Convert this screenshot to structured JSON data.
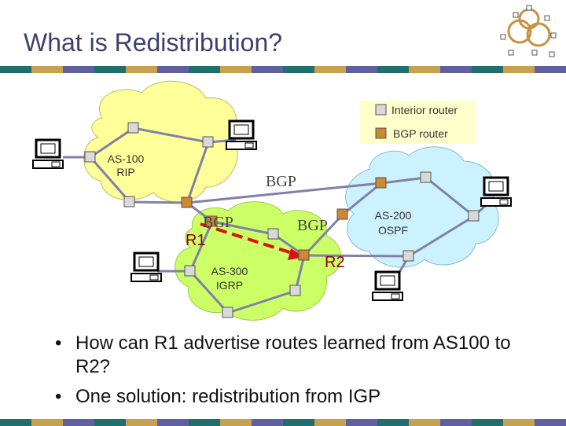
{
  "title": "What is Redistribution?",
  "legend": {
    "interior": "Interior router",
    "bgp": "BGP router"
  },
  "clouds": {
    "as100": {
      "line1": "AS-100",
      "line2": "RIP"
    },
    "as200": {
      "line1": "AS-200",
      "line2": "OSPF"
    },
    "as300": {
      "line1": "AS-300",
      "line2": "IGRP"
    }
  },
  "labels": {
    "bgp_top": "BGP",
    "bgp_left": "BGP",
    "bgp_right": "BGP",
    "r1": "R1",
    "r2": "R2"
  },
  "bullets": [
    {
      "text": "How can R1 advertise routes learned from AS100 to R2?"
    },
    {
      "text": "One solution: redistribution from IGP"
    }
  ],
  "colors": {
    "title": "#3f3f6f",
    "cloud_as100": "#ffff99",
    "cloud_as200": "#ccf2ff",
    "cloud_as300": "#ccff66",
    "interior_router": "#d9d9d9",
    "bgp_router": "#cc8833",
    "link": "#8080a8",
    "redistribution_arrow": "#dd1111",
    "stripe": [
      "#1f6f6f",
      "#c8a050",
      "#6060a0"
    ]
  }
}
